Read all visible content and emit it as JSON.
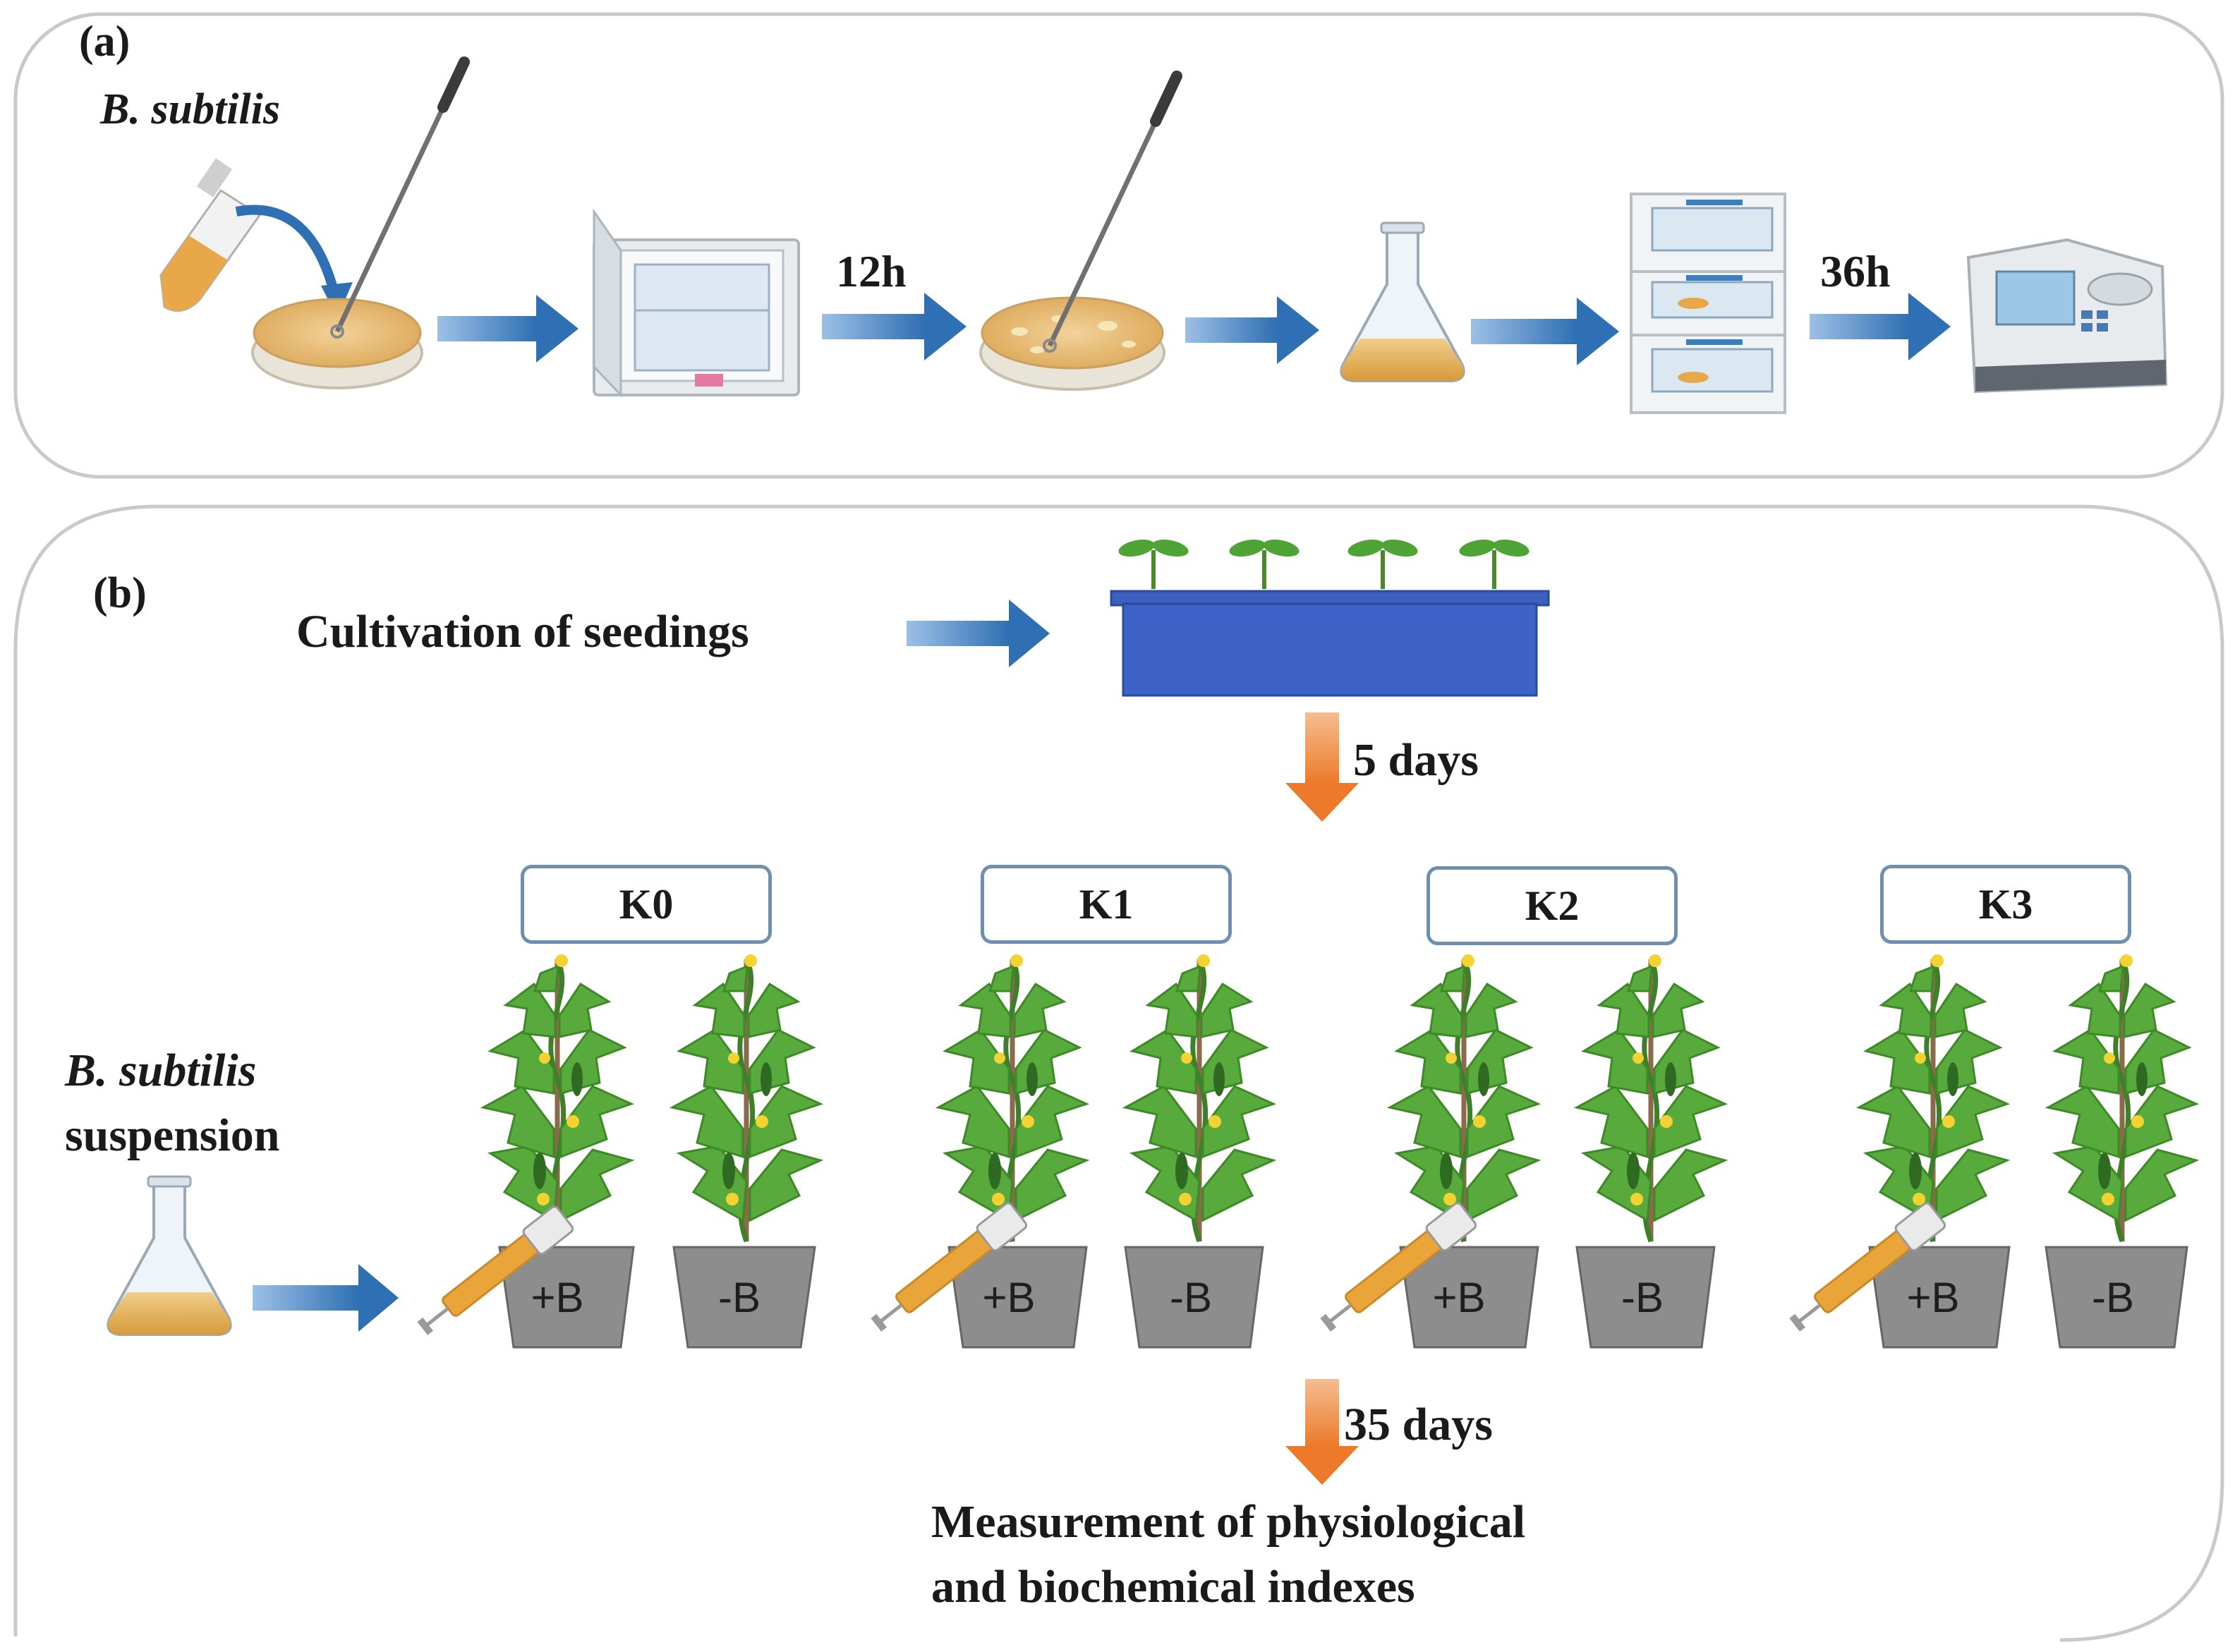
{
  "panel_a": {
    "label": "(a)",
    "organism": "B. subtilis",
    "step1_time": "12h",
    "step2_time": "36h",
    "icons": [
      "tube-icon",
      "petri-dish-icon",
      "inoculation-loop-icon",
      "incubator-icon",
      "colony-plate-icon",
      "flask-icon",
      "shaker-incubator-icon",
      "analyzer-icon"
    ]
  },
  "panel_b": {
    "label": "(b)",
    "seedling_text": "Cultivation of seedings",
    "wait1": "5 days",
    "wait2": "35 days",
    "suspension_line1": "B. subtilis",
    "suspension_line2": "suspension",
    "groups": [
      {
        "name": "K0",
        "pots": [
          "+B",
          "-B"
        ]
      },
      {
        "name": "K1",
        "pots": [
          "+B",
          "-B"
        ]
      },
      {
        "name": "K2",
        "pots": [
          "+B",
          "-B"
        ]
      },
      {
        "name": "K3",
        "pots": [
          "+B",
          "-B"
        ]
      }
    ],
    "result_line1": "Measurement of physiological",
    "result_line2": "and biochemical indexes"
  },
  "colors": {
    "arrow_blue": "#3a78b8",
    "arrow_orange": "#ee8030",
    "tray_blue": "#3e63c8",
    "pot_gray": "#8d8d8d",
    "medium": "#e6b565",
    "leaf_green": "#5aa83a"
  }
}
